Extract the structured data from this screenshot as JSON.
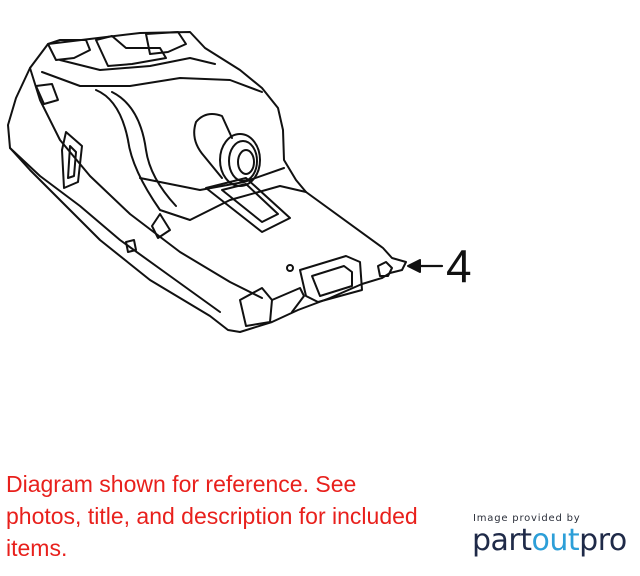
{
  "diagram": {
    "callout_number": "4"
  },
  "disclaimer": {
    "text": "Diagram shown for reference. See photos, title, and description for included items.",
    "color": "#e8201c"
  },
  "credit": {
    "caption": "Image provided by",
    "logo_part1": "part",
    "logo_part2": "out",
    "logo_part3": "pro",
    "logo_dark_color": "#1f2a48",
    "logo_accent_color": "#2d9fd8"
  }
}
